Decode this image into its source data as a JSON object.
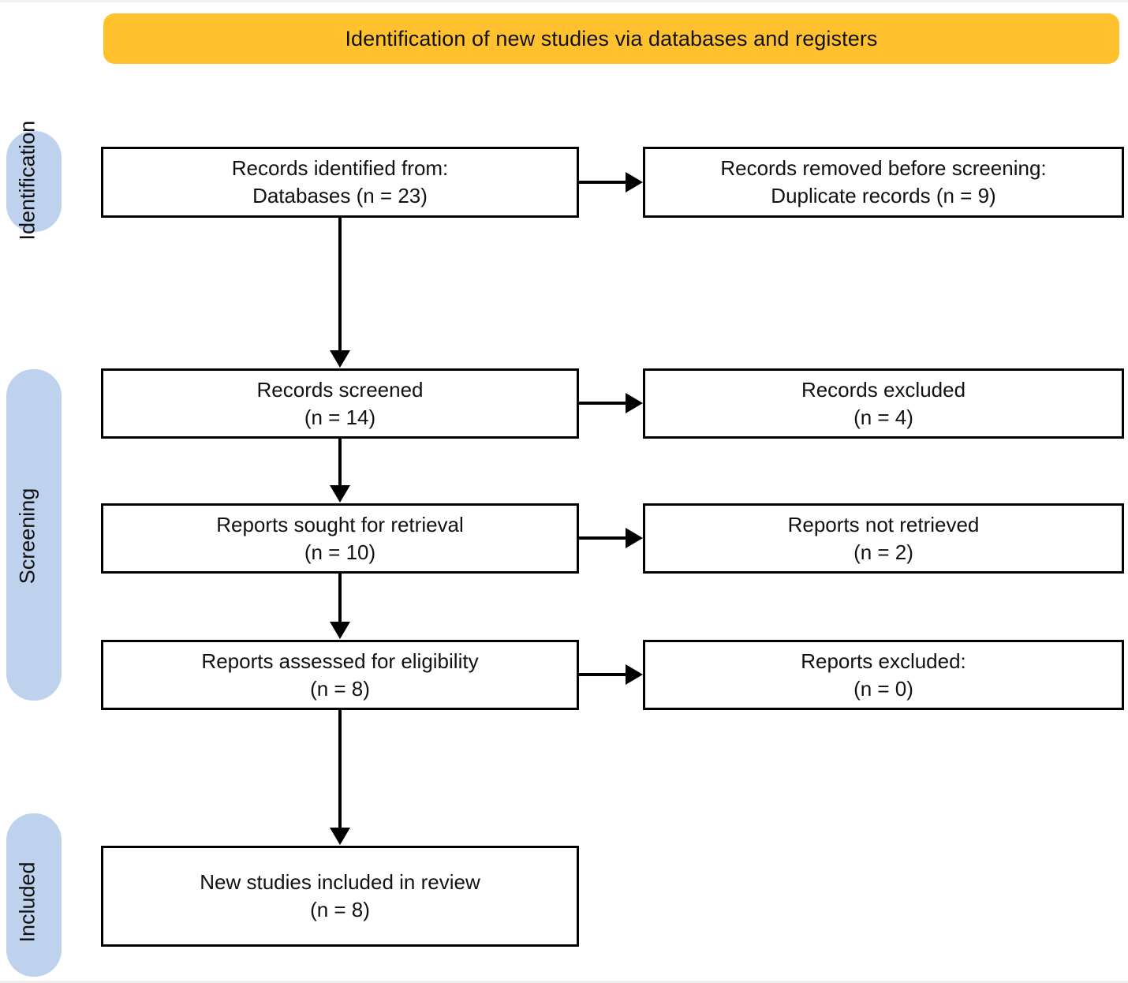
{
  "header": {
    "title": "Identification of new studies via databases and registers",
    "background_color": "#FFC22E"
  },
  "stages": [
    {
      "label": "Identification",
      "color": "#BED1ED"
    },
    {
      "label": "Screening",
      "color": "#BED1ED"
    },
    {
      "label": "Included",
      "color": "#BED1ED"
    }
  ],
  "flow": {
    "left": [
      {
        "id": "records-identified",
        "line1": "Records identified from:",
        "line2": "Databases (n = 23)"
      },
      {
        "id": "records-screened",
        "line1": "Records screened",
        "line2": "(n = 14)"
      },
      {
        "id": "reports-sought",
        "line1": "Reports sought for retrieval",
        "line2": "(n = 10)"
      },
      {
        "id": "reports-assessed",
        "line1": "Reports assessed for eligibility",
        "line2": "(n = 8)"
      },
      {
        "id": "new-studies-included",
        "line1": "New studies included in review",
        "line2": "(n = 8)"
      }
    ],
    "right": [
      {
        "id": "records-removed",
        "line1": "Records removed before screening:",
        "line2": "Duplicate records (n = 9)"
      },
      {
        "id": "records-excluded",
        "line1": "Records excluded",
        "line2": "(n = 4)"
      },
      {
        "id": "reports-not-retrieved",
        "line1": "Reports not retrieved",
        "line2": "(n = 2)"
      },
      {
        "id": "reports-excluded",
        "line1": "Reports excluded:",
        "line2": "(n = 0)"
      }
    ]
  },
  "chart_data": {
    "type": "diagram",
    "title": "Identification of new studies via databases and registers",
    "nodes": [
      {
        "name": "Records identified from: Databases",
        "n": 23
      },
      {
        "name": "Records removed before screening: Duplicate records",
        "n": 9
      },
      {
        "name": "Records screened",
        "n": 14
      },
      {
        "name": "Records excluded",
        "n": 4
      },
      {
        "name": "Reports sought for retrieval",
        "n": 10
      },
      {
        "name": "Reports not retrieved",
        "n": 2
      },
      {
        "name": "Reports assessed for eligibility",
        "n": 8
      },
      {
        "name": "Reports excluded",
        "n": 0
      },
      {
        "name": "New studies included in review",
        "n": 8
      }
    ],
    "stages": [
      "Identification",
      "Screening",
      "Included"
    ]
  }
}
